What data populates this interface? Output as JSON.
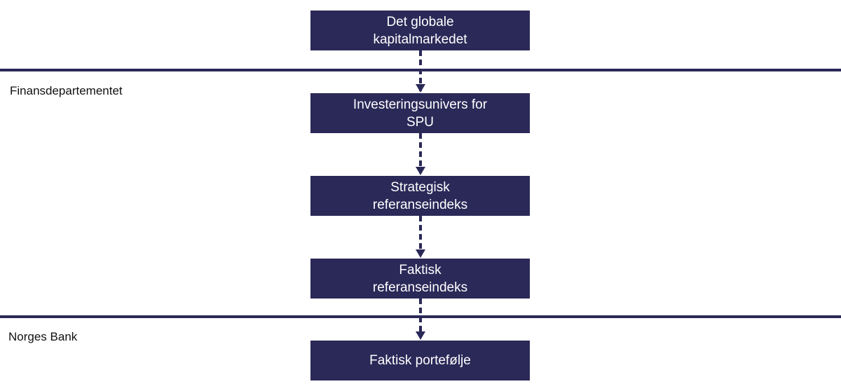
{
  "boxes": [
    {
      "line1": "Det globale",
      "line2": "kapitalmarkedet"
    },
    {
      "line1": "Investeringsunivers for",
      "line2": "SPU"
    },
    {
      "line1": "Strategisk",
      "line2": "referanseindeks"
    },
    {
      "line1": "Faktisk",
      "line2": "referanseindeks"
    },
    {
      "line1": "Faktisk portefølje",
      "line2": ""
    }
  ],
  "zones": [
    {
      "label": "Finansdepartementet"
    },
    {
      "label": "Norges Bank"
    }
  ],
  "colors": {
    "box_fill": "#2b2958",
    "box_text": "#ffffff",
    "rule": "#2b2958",
    "connector": "#2b2958"
  }
}
